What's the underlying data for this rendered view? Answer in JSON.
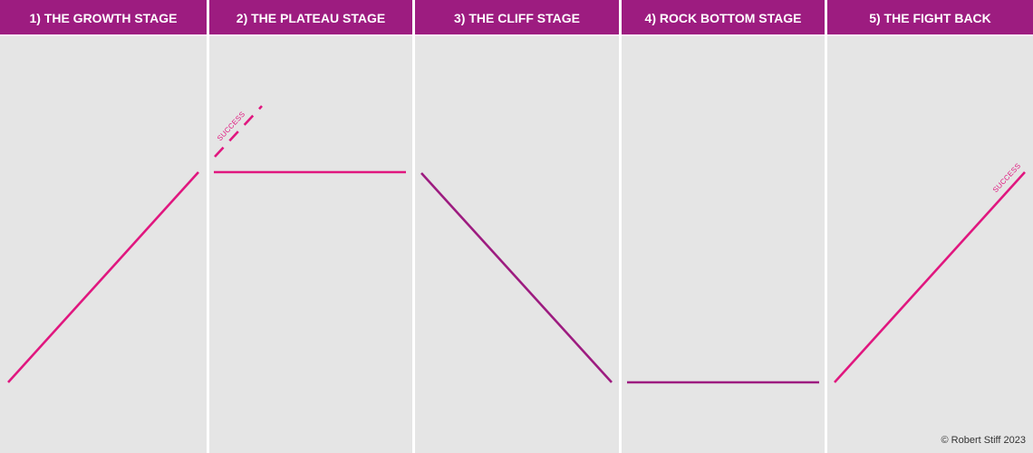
{
  "colors": {
    "header_bg": "#9d1c80",
    "header_text": "#ffffff",
    "panel_bg": "#e5e5e5",
    "divider": "#ffffff",
    "line_pink": "#e0177f",
    "line_purple": "#9d1c80"
  },
  "stages": [
    {
      "title": "1) THE GROWTH STAGE",
      "trend": "rising"
    },
    {
      "title": "2) THE PLATEAU STAGE",
      "trend": "flat",
      "annotation": "SUCCESS"
    },
    {
      "title": "3) THE CLIFF STAGE",
      "trend": "falling"
    },
    {
      "title": "4) ROCK BOTTOM STAGE",
      "trend": "flat-low"
    },
    {
      "title": "5) THE FIGHT BACK",
      "trend": "rising",
      "annotation": "SUCCESS"
    }
  ],
  "footer": {
    "copyright": "© Robert Stiff 2023"
  }
}
